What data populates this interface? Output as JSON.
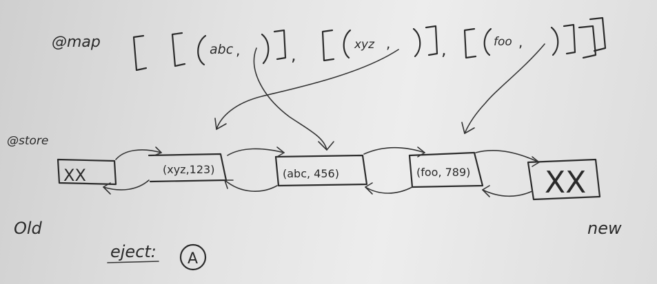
{
  "map": {
    "label": "@map",
    "keys": [
      "abc",
      "xyz",
      "foo"
    ]
  },
  "store": {
    "label": "@store",
    "nodes": [
      {
        "text": "XX"
      },
      {
        "text": "(xyz,123)"
      },
      {
        "text": "(abc, 456)"
      },
      {
        "text": "(foo, 789)"
      },
      {
        "text": "XX"
      }
    ]
  },
  "ends": {
    "old": "Old",
    "new": "new"
  },
  "eject": {
    "label": "eject:",
    "value": "A"
  }
}
